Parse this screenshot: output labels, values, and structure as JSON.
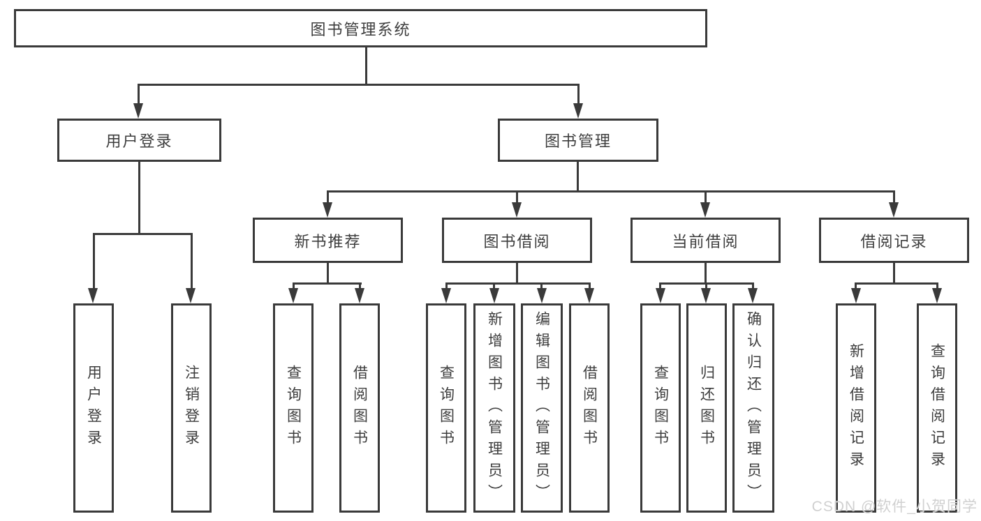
{
  "diagram": {
    "root": "图书管理系统",
    "branches": [
      {
        "label": "用户登录",
        "children": [
          "用户登录",
          "注销登录"
        ]
      },
      {
        "label": "图书管理",
        "sections": [
          {
            "label": "新书推荐",
            "children": [
              "查询图书",
              "借阅图书"
            ]
          },
          {
            "label": "图书借阅",
            "children": [
              "查询图书",
              "新增图书（管理员）",
              "编辑图书（管理员）",
              "借阅图书"
            ]
          },
          {
            "label": "当前借阅",
            "children": [
              "查询图书",
              "归还图书",
              "确认归还（管理员）"
            ]
          },
          {
            "label": "借阅记录",
            "children": [
              "新增借阅记录",
              "查询借阅记录"
            ]
          }
        ]
      }
    ]
  },
  "watermark": {
    "text": "CSDN @软件_小贺同学"
  },
  "colors": {
    "line": "#3a3a3a",
    "text": "#3d3d3d",
    "background": "#ffffff",
    "watermark": "#d0d0d0"
  }
}
